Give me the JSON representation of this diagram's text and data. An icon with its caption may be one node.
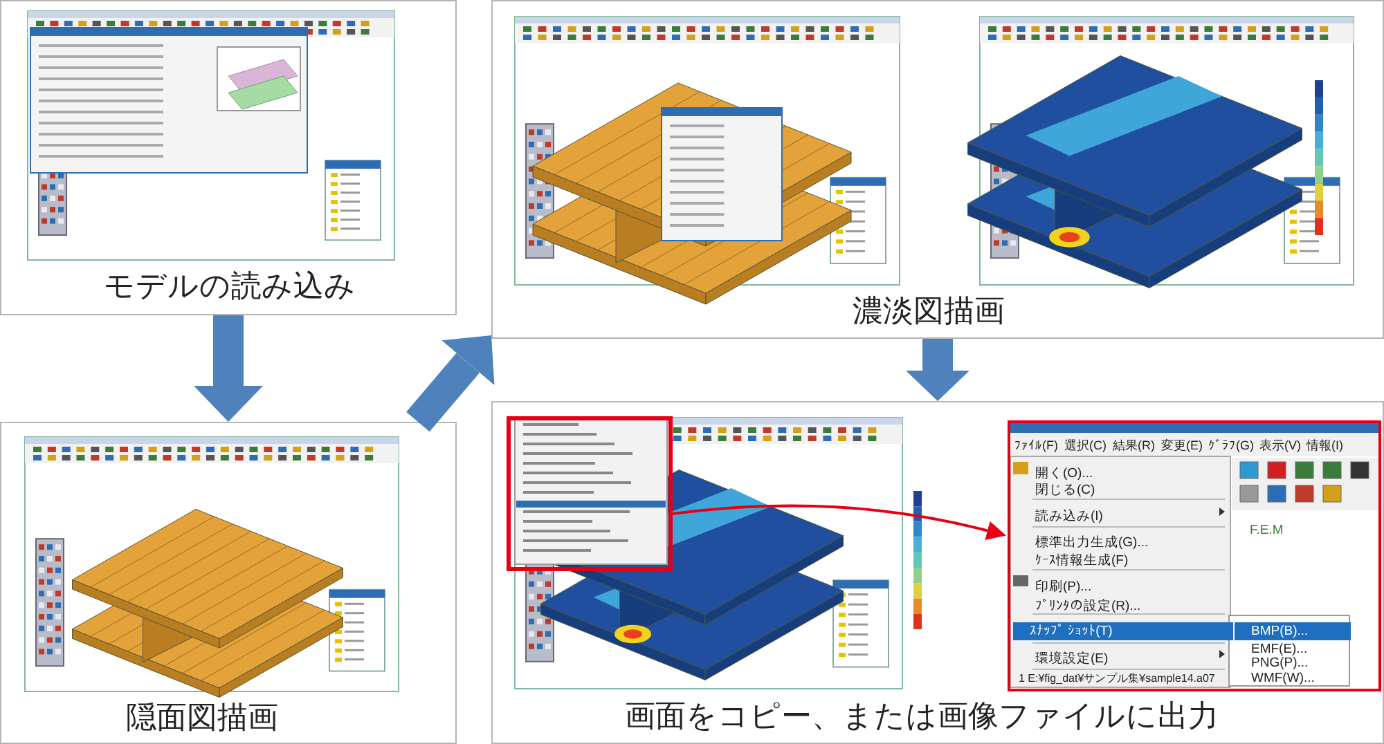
{
  "diagram": {
    "nodes": [
      {
        "text": [
          "モデルの読み込み"
        ]
      },
      {
        "text": [
          "隠面図描画"
        ]
      },
      {
        "text": [
          "濃淡図描画"
        ]
      },
      {
        "text": [
          "画面をコピー、または画像ファイルに出力"
        ]
      },
      {
        "text": [],
        "shape": "box",
        "in": 3
      },
      {
        "text": [
          "ﾌｧｲﾙ(F)",
          "選択(C)",
          "結果(R)",
          "変更(E)",
          "ｸﾞﾗﾌ(G)",
          "表示(V)",
          "情報(I)",
          "開く(O)...",
          "閉じる(C)",
          "読み込み(I)",
          "F.E.M",
          "標準出力生成(G)...",
          "ｹｰｽ情報生成(F)",
          "印刷(P)...",
          "ﾌﾟﾘﾝﾀの設定(R)...",
          "ｽﾅｯﾌﾟ ｼｮｯﾄ(T)",
          "BMP(B)...",
          "EMF(E)...",
          "環境設定(E)",
          "PNG(P)...",
          "1 E:¥fig_dat¥サンプル集¥sample14.a07",
          "WMF(W)..."
        ],
        "in": 3
      }
    ],
    "edges": [
      {
        "from": 0,
        "to": 1,
        "arrow": "to"
      },
      {
        "from": 1,
        "to": 2,
        "arrow": "to"
      },
      {
        "from": 2,
        "to": 3,
        "arrow": "to"
      },
      {
        "from": 4,
        "to": 5,
        "arrow": "to",
        "color": "#e60012"
      }
    ]
  }
}
